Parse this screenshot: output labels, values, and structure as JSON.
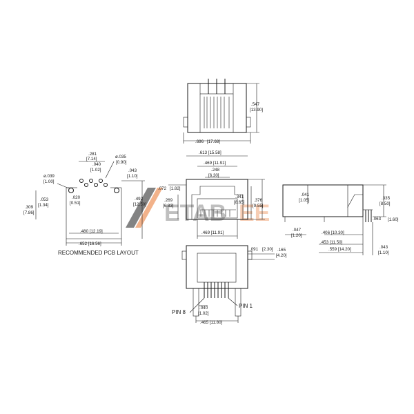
{
  "watermark": {
    "text": "ETAB",
    "suffix": "EE",
    "colors": {
      "dark": "#1e1e1e",
      "accent": "#e8732a"
    }
  },
  "labels": {
    "pcb_layout": "RECOMMENDED PCB LAYOUT",
    "pin8": "PIN 8",
    "pin1": "PIN 1"
  },
  "top_view": {
    "height": ".547",
    "height_mm": "[13.90]",
    "width": ".696",
    "width_mm": "[17.68]"
  },
  "front_view": {
    "outer": ".613 [15.58]",
    "opening": ".469 [11.91]",
    "inner_a": ".248",
    "inner_a_mm": "[6.30]",
    "left_a": ".072",
    "left_a_mm": "[1.82]",
    "left_b": ".269",
    "left_b_mm": "[6.83]",
    "right_a": ".341",
    "right_a_mm": "[8.65]",
    "right_b": ".376",
    "right_b_mm": "[9.55]",
    "bottom": ".469 [11.91]"
  },
  "bottom_view": {
    "a": ".091",
    "a_mm": "[2.30]",
    "b": ".165",
    "b_mm": "[4.20]",
    "pitch": ".040",
    "pitch_mm": "[1.02]",
    "width": ".465 [11.80]"
  },
  "pcb": {
    "d281": ".281",
    "d281_mm": "[7.14]",
    "d040": ".040",
    "d040_mm": "[1.02]",
    "hole035": "ø.035",
    "hole035_mm": "[0.90]",
    "d043": ".043",
    "d043_mm": "[1.10]",
    "hole039": "ø.039",
    "hole039_mm": "[1.00]",
    "d053": ".053",
    "d053_mm": "[1.34]",
    "d309": ".309",
    "d309_mm": "[7.86]",
    "d020": ".020",
    "d020_mm": "[0.51]",
    "d492": ".492",
    "d492_mm": "[12.50]",
    "d480": ".480 [12.19]",
    "d652": ".652 [16.56]"
  },
  "side_view": {
    "d041": ".041",
    "d041_mm": "[1.05]",
    "d335": ".335",
    "d335_mm": "[8.50]",
    "d063": ".063",
    "d063_mm": "[1.60]",
    "d047": ".047",
    "d047_mm": "[1.20]",
    "d406": ".406 [10.30]",
    "d453": ".453 [11.50]",
    "d559": ".559 [14.20]",
    "d043": ".043",
    "d043_mm": "[1.10]"
  }
}
